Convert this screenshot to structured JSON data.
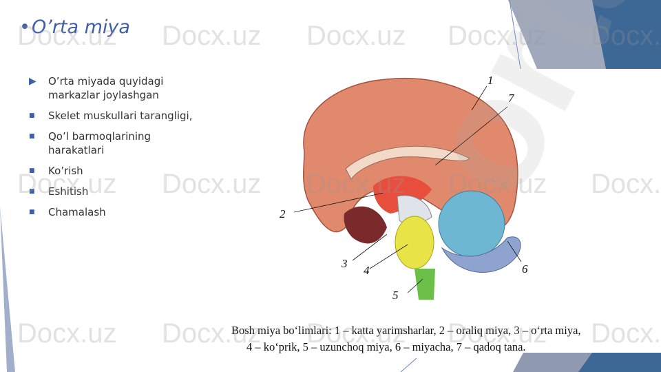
{
  "slide": {
    "title_bullet": "•",
    "title": "O’rta miya",
    "bullets": [
      {
        "icon": "triangle-bullet-icon",
        "text": "O’rta miyada quyidagi markazlar joylashgan"
      },
      {
        "icon": "square-bullet-icon",
        "text": "Skelet muskullari tarangligi,"
      },
      {
        "icon": "square-bullet-icon",
        "text": "Qo’l barmoqlarining harakatlari"
      },
      {
        "icon": "square-bullet-icon",
        "text": "Ko’rish"
      },
      {
        "icon": "square-bullet-icon",
        "text": "Eshitish"
      },
      {
        "icon": "square-bullet-icon",
        "text": "Chamalash"
      }
    ]
  },
  "figure": {
    "labels": [
      "1",
      "7",
      "2",
      "3",
      "4",
      "5",
      "6"
    ],
    "caption_line1": "Bosh miya bo‘limlari: 1 – katta yarimsharlar, 2 – oraliq miya, 3 – o‘rta miya,",
    "caption_line2": "4 – ko‘prik, 5 – uzunchoq miya, 6 – miyacha, 7 – qadoq tana."
  },
  "watermark": {
    "text": "Docx.uz",
    "big_text": "orta"
  },
  "colors": {
    "accent": "#3f5ea8",
    "cortex": "#e08a6e",
    "cerebellum": "#7ab6d6",
    "deco_blue": "#3d6795"
  }
}
